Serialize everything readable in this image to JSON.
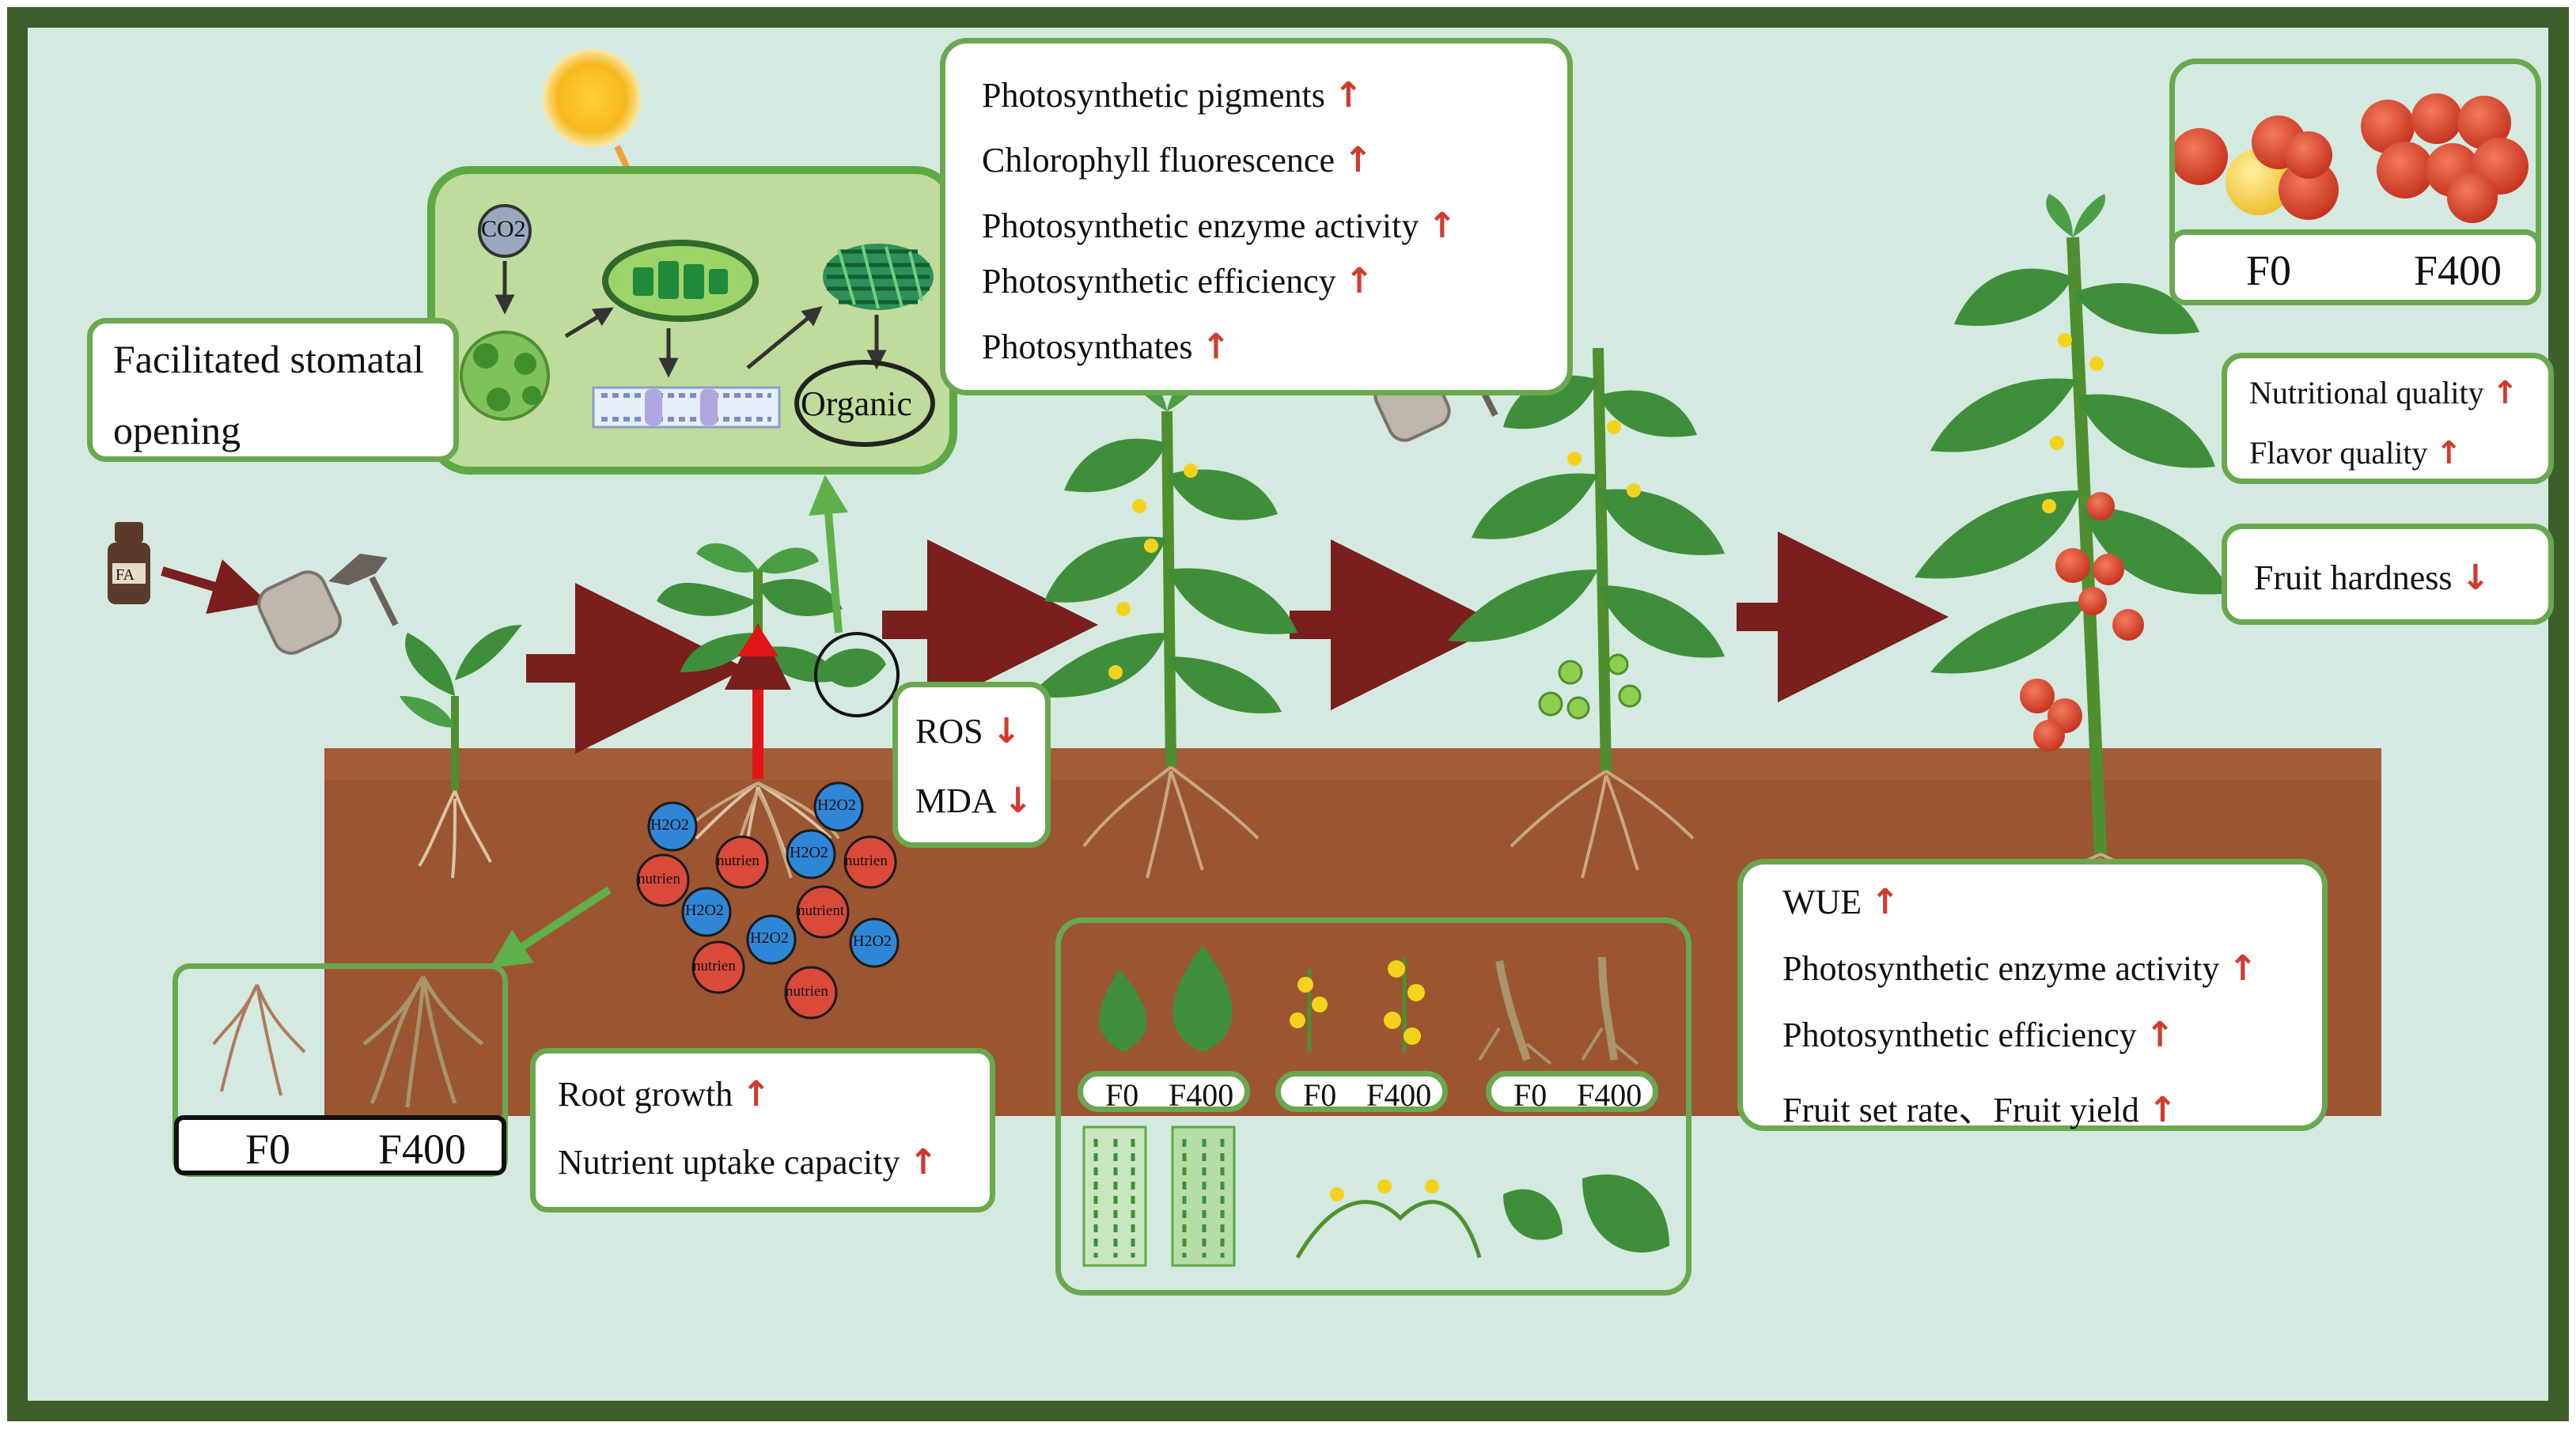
{
  "colors": {
    "frame": "#3e5e2c",
    "background": "#d4e9e0",
    "soil": "#9b5531",
    "box_border": "#6aa84f",
    "arrow_dark": "#7a1e1e",
    "arrow_up": "#d23a2e",
    "leaf": "#3f8f3a",
    "tomato": "#d9432f",
    "h2o2": "#2f86d6",
    "nutrient": "#d94a3a"
  },
  "icons": {
    "sun": "sun-icon",
    "bottle": "fa-bottle-icon",
    "sprayer": "sprayer-icon",
    "chloroplast": "chloroplast-icon",
    "membrane": "membrane-icon",
    "up_arrow": "up-arrow-icon",
    "down_arrow": "down-arrow-icon"
  },
  "labels": {
    "fa_bottle": "FA",
    "co2": "CO2",
    "organic": "Organic",
    "h2o2": "H2O2",
    "nutrient": "nutrien",
    "nutrient_alt": "nutrient",
    "f0": "F0",
    "f400": "F400"
  },
  "stomatal_box": {
    "line1": "Facilitated stomatal",
    "line2": "opening"
  },
  "photosynthesis_box": {
    "items": [
      "Photosynthetic pigments",
      "Chlorophyll fluorescence",
      "Photosynthetic enzyme activity",
      "Photosynthetic efficiency",
      "Photosynthates"
    ]
  },
  "ros_box": {
    "items": [
      "ROS",
      "MDA"
    ]
  },
  "root_box": {
    "items": [
      "Root growth",
      "Nutrient uptake capacity"
    ]
  },
  "yield_box": {
    "items": [
      "WUE",
      "Photosynthetic enzyme activity",
      "Photosynthetic efficiency",
      "Fruit set rate、Fruit yield"
    ]
  },
  "quality_box": {
    "items": [
      "Nutritional quality",
      "Flavor quality"
    ]
  },
  "hardness_box": {
    "label": "Fruit hardness"
  }
}
